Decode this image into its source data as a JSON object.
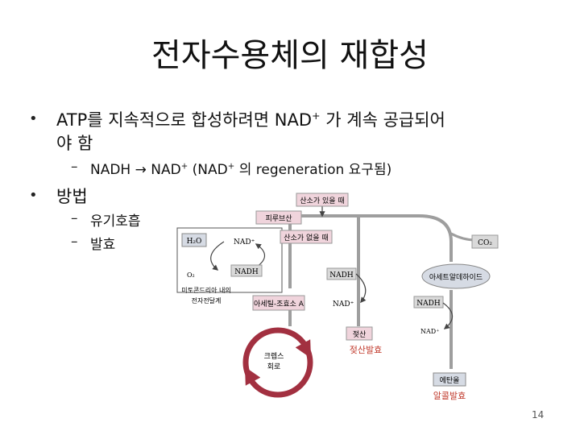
{
  "title": "전자수용체의 재합성",
  "bullets": [
    {
      "text_before": "ATP를 지속적으로 합성하려면 NAD",
      "sup": "+",
      "text_after": " 가 계속 공급되어",
      "line2": "야 함"
    },
    {
      "text": "방법"
    }
  ],
  "sub_bullet": {
    "a": "NADH → NAD",
    "sup1": "+",
    "b": " (NAD",
    "sup2": "+",
    "c": " 의 regeneration 요구됨)"
  },
  "methods": [
    "유기호흡",
    "발효"
  ],
  "diagram": {
    "o2_present": "산소가 있을 때",
    "pyruvate": "피루브산",
    "o2_absent": "산소가 없을 때",
    "h2o": "H₂O",
    "nad_top": "NAD⁺",
    "o2": "O₂",
    "nadh_left": "NADH",
    "etc_label_1": "미토콘드리아 내의",
    "etc_label_2": "전자전달계",
    "acetyl_coa": "아세틸-조효소 A",
    "krebs_1": "크렙스",
    "krebs_2": "회로",
    "nadh_mid": "NADH",
    "nad_mid": "NAD⁺",
    "lactate": "젖산",
    "lactic_fermentation": "젖산발효",
    "co2": "CO₂",
    "acetaldehyde": "아세트알데하이드",
    "nadh_right": "NADH",
    "nad_right": "NAD⁺",
    "ethanol": "에탄올",
    "alcohol_fermentation": "알콜발효"
  },
  "page_number": "14",
  "colors": {
    "accent_red": "#c0392b",
    "box_pink": "#f0d4dc",
    "box_grey": "#d9d9d9"
  }
}
